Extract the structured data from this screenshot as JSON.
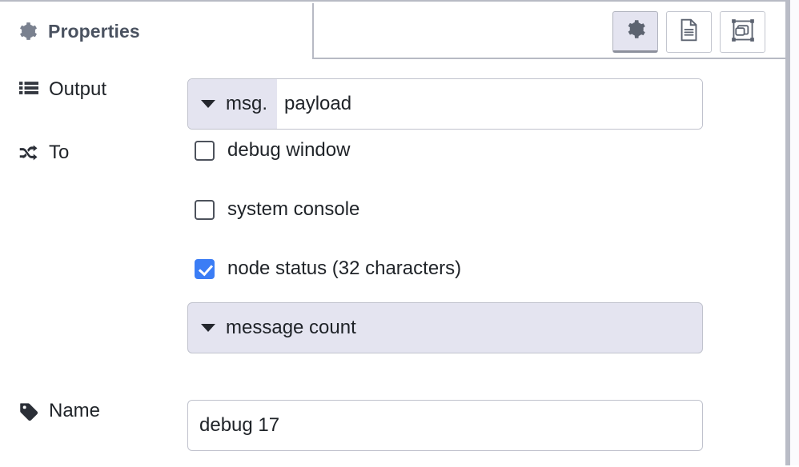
{
  "panel": {
    "tab": {
      "label": "Properties",
      "icon": "gear-icon"
    },
    "tab_buttons": [
      {
        "name": "properties-tab-button",
        "icon": "gear-icon",
        "selected": true
      },
      {
        "name": "description-tab-button",
        "icon": "document-icon",
        "selected": false
      },
      {
        "name": "appearance-tab-button",
        "icon": "node-appearance-icon",
        "selected": false
      }
    ]
  },
  "form": {
    "output": {
      "label": "Output",
      "icon": "list-icon",
      "type_selector": "msg.",
      "value": "payload",
      "placeholder": ""
    },
    "to": {
      "label": "To",
      "icon": "shuffle-icon",
      "options": [
        {
          "label": "debug window",
          "checked": false
        },
        {
          "label": "system console",
          "checked": false
        },
        {
          "label": "node status (32 characters)",
          "checked": true
        }
      ],
      "status_select": {
        "value": "message count"
      }
    },
    "name": {
      "label": "Name",
      "icon": "tag-icon",
      "value": "debug 17",
      "placeholder": "Name"
    }
  },
  "colors": {
    "accent_checked": "#3b7df5",
    "select_bg": "#e4e4f0",
    "border": "#c0c2cd",
    "tab_label": "#4a5260"
  }
}
